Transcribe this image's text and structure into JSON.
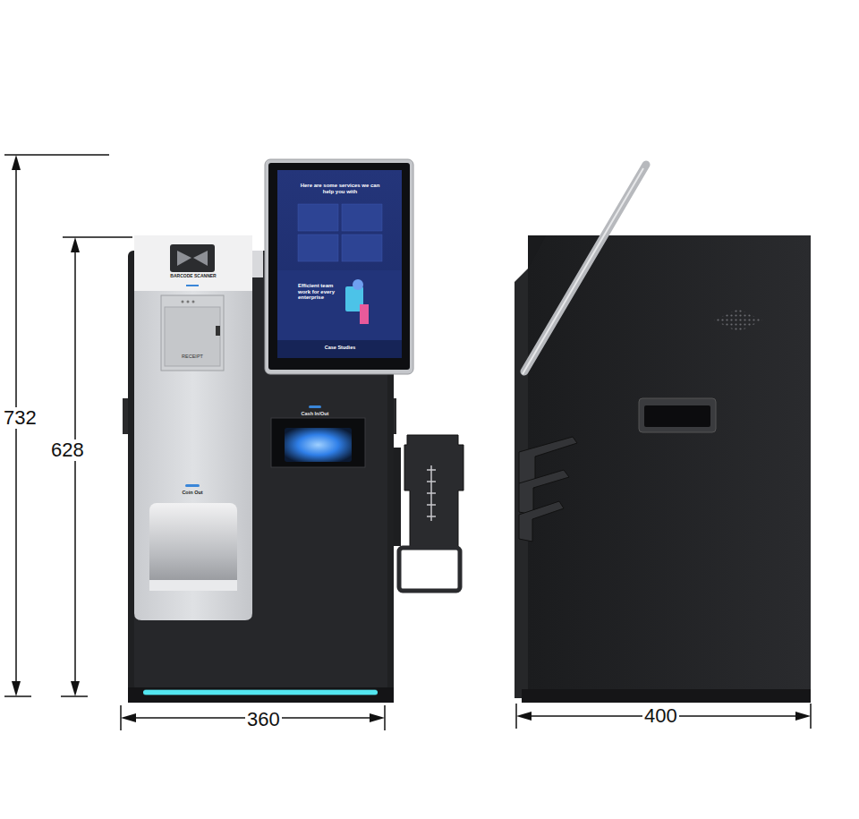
{
  "diagram": {
    "labels": [
      "732",
      "628",
      "360",
      "400",
      "BARCODE SCANNER",
      "RECEIPT",
      "Coin Out",
      "Cash In/Out",
      "Here are some services we can help you with",
      "Efficient team work for every enterprise",
      "Case Studies"
    ]
  }
}
